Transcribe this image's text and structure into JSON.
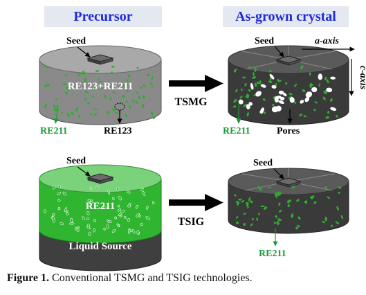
{
  "headers": {
    "left": "Precursor",
    "right": "As-grown crystal"
  },
  "tsmg": {
    "seed_label": "Seed",
    "center_label": "RE123+RE211",
    "re211_label": "RE211",
    "re123_label": "RE123",
    "arrow_label": "TSMG",
    "crystal_seed_label": "Seed",
    "a_axis_label": "a-axis",
    "c_axis_label": "c-axis",
    "crystal_re211_label": "RE211",
    "pores_label": "Pores"
  },
  "tsig": {
    "seed_label": "Seed",
    "center_label": "RE211",
    "liquid_label": "Liquid Source",
    "arrow_label": "TSIG",
    "crystal_seed_label": "Seed",
    "crystal_re211_label": "RE211"
  },
  "caption": {
    "prefix": "Figure 1.",
    "text": " Conventional TSMG and TSIG technologies."
  },
  "colors": {
    "header_text": "#1f2bd8",
    "header_bg": "#e4e8f1",
    "precursor_gray": "#8a8a8a",
    "crystal_dark": "#3a3a3a",
    "green_particle": "#2fae2f",
    "green_label": "#1e9a3a",
    "tsig_green": "#2fb52f",
    "liquid_dark": "#3f3f3f"
  }
}
